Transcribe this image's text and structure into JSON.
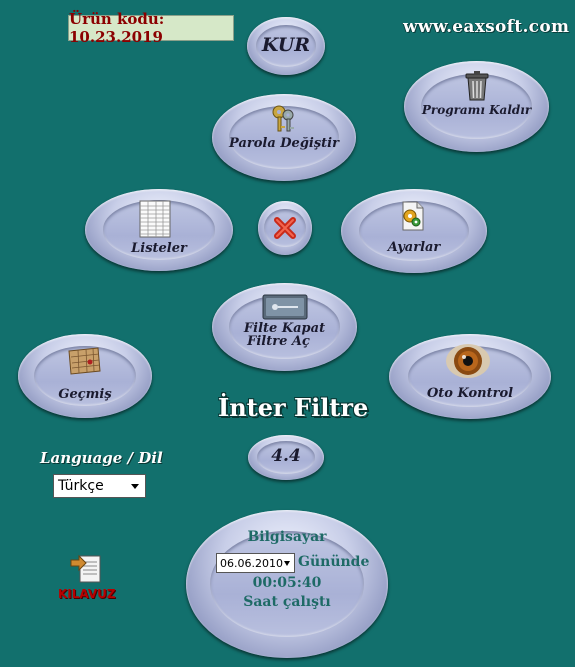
{
  "header": {
    "product_code": "Ürün kodu: 10.23.2019",
    "website": "www.eaxsoft.com"
  },
  "buttons": {
    "kur": "KUR",
    "uninstall": "Programı Kaldır",
    "change_password": "Parola Değiştir",
    "lists": "Listeler",
    "settings": "Ayarlar",
    "filter_close": "Filte Kapat",
    "filter_open": "Filtre Aç",
    "history": "Geçmiş",
    "auto_control": "Oto Kontrol"
  },
  "app": {
    "title": "İnter Filtre",
    "version": "4.4"
  },
  "language": {
    "label": "Language / Dil",
    "selected": "Türkçe"
  },
  "manual": {
    "label": "KILAVUZ"
  },
  "uptime": {
    "line1": "Bilgisayar",
    "date": "06.06.2010",
    "line2": "Gününde",
    "time": "00:05:40",
    "line3": "Saat çalıştı"
  },
  "colors": {
    "background": "#12706d",
    "product_code_text": "#8b0000",
    "uptime_text": "#1e6a66",
    "manual_text": "#b80000"
  }
}
